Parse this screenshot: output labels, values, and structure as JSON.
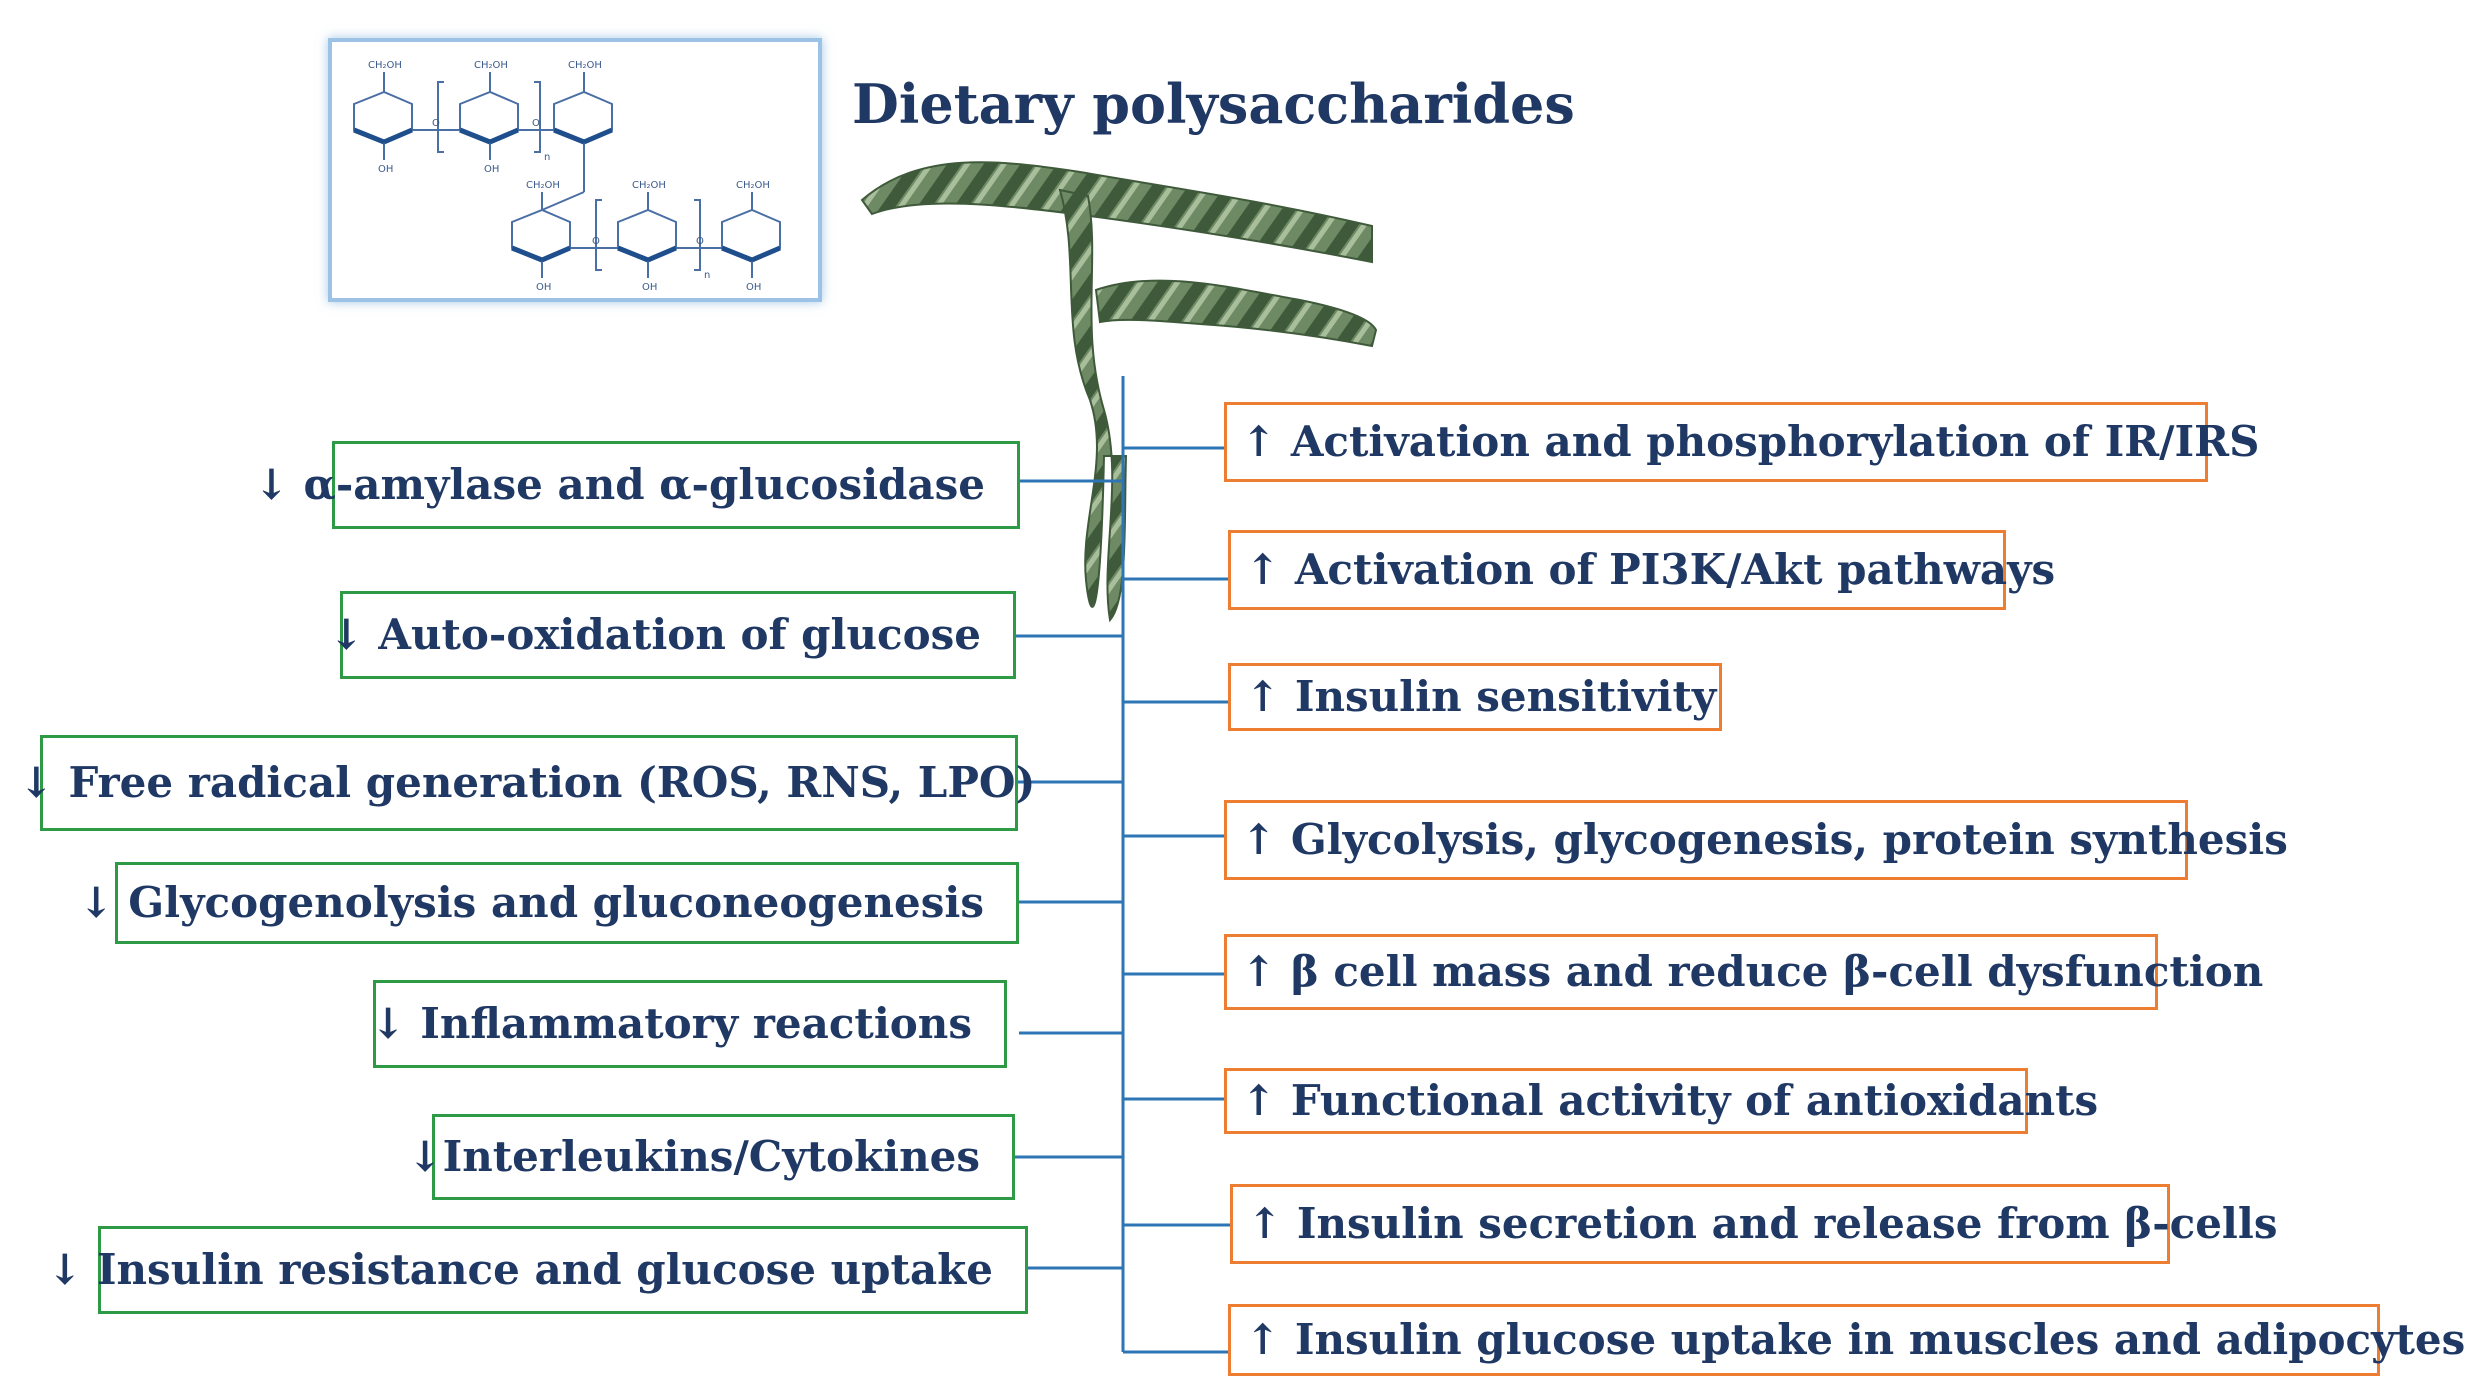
{
  "title": "Dietary polysaccharides",
  "colors": {
    "text": "#1f3864",
    "connector": "#2e75b6",
    "decrease_border": "#2f9a45",
    "increase_border": "#ed7d31",
    "helix": "#6e8a64"
  },
  "structure_labels": {
    "ch2oh": "CH₂OH",
    "oh": "OH",
    "o": "O",
    "n": "n"
  },
  "decreases": [
    {
      "text": "↓ α-amylase and α-glucosidase"
    },
    {
      "text": "↓ Auto-oxidation of glucose"
    },
    {
      "text": "↓ Free radical generation (ROS, RNS, LPO)"
    },
    {
      "text": "↓ Glycogenolysis and gluconeogenesis"
    },
    {
      "text": "↓ Inflammatory reactions"
    },
    {
      "text": "↓Interleukins/Cytokines"
    },
    {
      "text": "↓ Insulin resistance and glucose uptake"
    }
  ],
  "increases": [
    {
      "text": "↑ Activation and phosphorylation of IR/IRS"
    },
    {
      "text": "↑ Activation of PI3K/Akt pathways"
    },
    {
      "text": "↑ Insulin sensitivity"
    },
    {
      "text": "↑ Glycolysis, glycogenesis, protein synthesis"
    },
    {
      "text": "↑ β cell mass and reduce β-cell dysfunction"
    },
    {
      "text": "↑ Functional activity of antioxidants"
    },
    {
      "text": "↑ Insulin secretion and release from β-cells"
    },
    {
      "text": "↑ Insulin glucose uptake in muscles and adipocytes"
    }
  ]
}
